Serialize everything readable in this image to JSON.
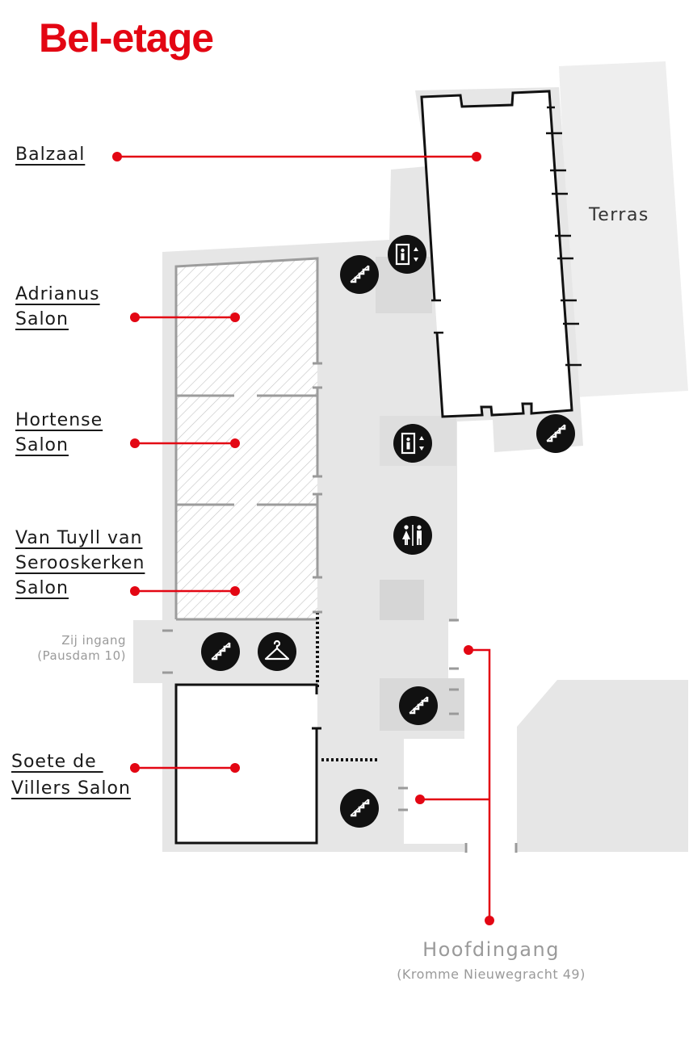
{
  "page": {
    "title": "Bel-etage"
  },
  "rooms": {
    "balzaal": {
      "lines": [
        "Balzaal"
      ]
    },
    "adrianus": {
      "lines": [
        "Adrianus",
        "Salon"
      ]
    },
    "hortense": {
      "lines": [
        "Hortense",
        "Salon"
      ]
    },
    "van_tuyll": {
      "lines": [
        "Van Tuyll van",
        "Serooskerken",
        "Salon"
      ]
    },
    "soete": {
      "lines": [
        "Soete de ",
        "Villers Salon"
      ]
    }
  },
  "areas": {
    "terras": "Terras"
  },
  "entrances": {
    "side": {
      "name": "Zij ingang",
      "address": "(Pausdam 10)"
    },
    "main": {
      "name": "Hoofdingang",
      "address": "(Kromme Nieuwegracht 49)"
    }
  },
  "icons": {
    "stairs": "stairs-icon",
    "elevator": "elevator-icon",
    "toilets": "toilets-icon",
    "cloakroom": "cloakroom-icon"
  },
  "colors": {
    "accent": "#e30613",
    "floor": "#e6e6e6",
    "wall": "#111111",
    "icon_bg": "#111111"
  }
}
